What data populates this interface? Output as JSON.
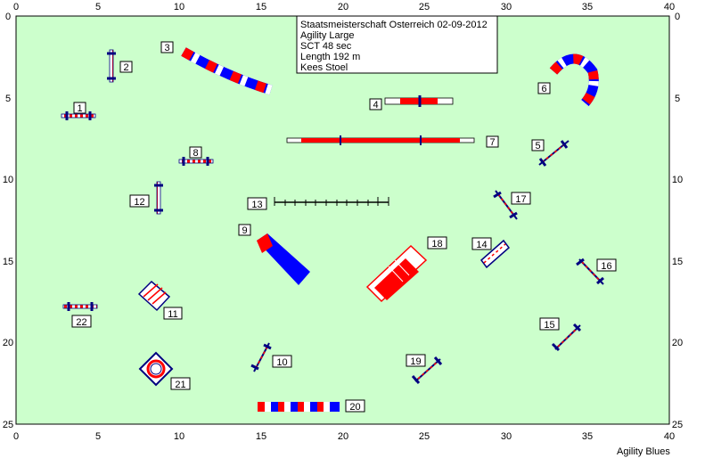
{
  "info": {
    "lines": [
      "Staatsmeisterschaft Osterreich 02-09-2012",
      "Agility Large",
      "SCT 48 sec",
      "Length 192 m",
      "Kees Stoel"
    ]
  },
  "axes": {
    "x_ticks": [
      "0",
      "5",
      "10",
      "15",
      "20",
      "25",
      "30",
      "35",
      "40"
    ],
    "y_ticks": [
      "0",
      "5",
      "10",
      "15",
      "20",
      "25"
    ]
  },
  "obstacle_numbers": {
    "n1": "1",
    "n2": "2",
    "n3": "3",
    "n4": "4",
    "n5": "5",
    "n6": "6",
    "n7": "7",
    "n8": "8",
    "n9": "9",
    "n10": "10",
    "n11": "11",
    "n12": "12",
    "n13": "13",
    "n14": "14",
    "n15": "15",
    "n16": "16",
    "n17": "17",
    "n18": "18",
    "n19": "19",
    "n20": "20",
    "n21": "21",
    "n22": "22"
  },
  "footer": {
    "brand": "Agility Blues"
  },
  "colors": {
    "field": "#ccffcc",
    "red": "#ff0000",
    "blue": "#0000ff",
    "navy": "#000080",
    "white": "#ffffff"
  }
}
